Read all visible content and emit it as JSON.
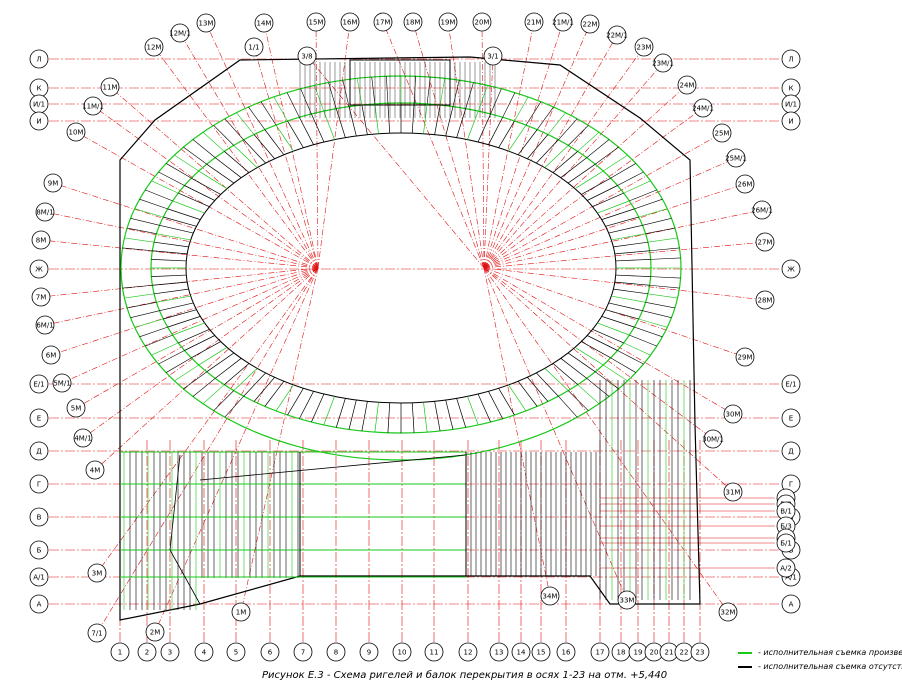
{
  "rows": [
    {
      "label": "Л",
      "side": "both"
    },
    {
      "label": "К",
      "side": "both"
    },
    {
      "label": "И/1",
      "side": "both"
    },
    {
      "label": "И",
      "side": "both"
    },
    {
      "label": "Ж",
      "side": "both"
    },
    {
      "label": "Е/1",
      "side": "both"
    },
    {
      "label": "Е",
      "side": "both"
    },
    {
      "label": "Д",
      "side": "both"
    },
    {
      "label": "Г",
      "side": "both"
    },
    {
      "label": "В",
      "side": "both"
    },
    {
      "label": "Б",
      "side": "both"
    },
    {
      "label": "А/1",
      "side": "both"
    },
    {
      "label": "А",
      "side": "both"
    },
    {
      "label": "В/3",
      "side": "right"
    },
    {
      "label": "В/2",
      "side": "right"
    },
    {
      "label": "В/1",
      "side": "right"
    },
    {
      "label": "Б/3",
      "side": "right"
    },
    {
      "label": "Б/2",
      "side": "right"
    },
    {
      "label": "Б/1",
      "side": "right"
    },
    {
      "label": "А/2",
      "side": "right"
    }
  ],
  "columns": [
    "1",
    "2",
    "3",
    "4",
    "5",
    "6",
    "7",
    "8",
    "9",
    "10",
    "11",
    "12",
    "13",
    "14",
    "15",
    "16",
    "17",
    "18",
    "19",
    "20",
    "21",
    "22",
    "23"
  ],
  "radial_left": [
    "1/1",
    "12M",
    "12M/1",
    "13M",
    "14M",
    "15M",
    "16M",
    "11M",
    "11M/1",
    "10M",
    "9M",
    "8M/1",
    "8M",
    "7M",
    "6M/1",
    "6M",
    "5M/1",
    "5M",
    "4M/1",
    "4M",
    "3M",
    "2M",
    "1M",
    "7/1"
  ],
  "radial_right": [
    "17M",
    "18M",
    "19M",
    "20M",
    "21M",
    "21M/1",
    "22M",
    "22M/1",
    "23M",
    "23M/1",
    "24M",
    "24M/1",
    "25M",
    "25M/1",
    "26M",
    "26M/1",
    "27M",
    "28M",
    "29M",
    "30M",
    "30M/1",
    "31M",
    "32M",
    "33M",
    "34M",
    "3/1",
    "3/8"
  ],
  "legend": {
    "green_text": "- исполнительная съемка произведена",
    "black_text": "- исполнительная съемка отсутствует",
    "green_color": "#19c819",
    "black_color": "#000000"
  },
  "caption": "Рисунок Е.3 - Схема ригелей и балок перекрытия в осях 1-23 на отм. +5,440",
  "colors": {
    "axis": "#e01010",
    "green": "#19c819",
    "black": "#000000"
  }
}
